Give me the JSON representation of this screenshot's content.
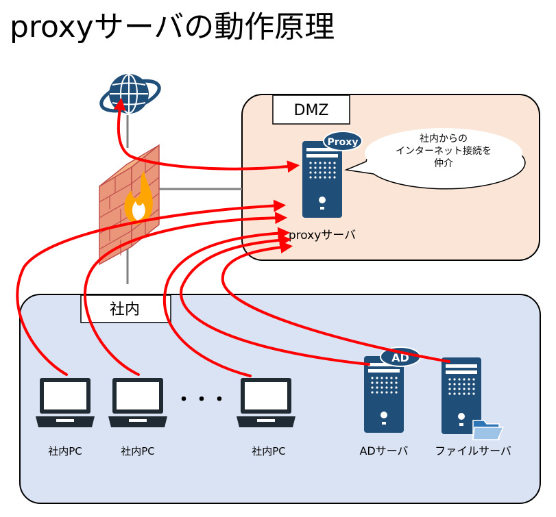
{
  "title": "proxyサーバの動作原理",
  "dmz": {
    "label": "DMZ",
    "proxy_server_label": "proxyサーバ",
    "proxy_badge": "Proxy",
    "callout": [
      "社内からの",
      "インターネット接続を",
      "仲介"
    ]
  },
  "internal": {
    "label": "社内",
    "pcs": [
      "社内PC",
      "社内PC",
      "社内PC"
    ],
    "ellipsis": "・・・",
    "ad_server_label": "ADサーバ",
    "ad_badge": "AD",
    "file_server_label": "ファイルサーバ"
  },
  "colors": {
    "dmz_fill": "#fbe5d6",
    "internal_fill": "#dae3f3",
    "server": "#1f4e79",
    "arrow": "#ff0000",
    "brick": "#e9967a",
    "flame": "#ffa500",
    "folder": "#2e75b6"
  },
  "icons": [
    "globe-icon",
    "firewall-icon",
    "server-icon",
    "laptop-icon",
    "folder-icon"
  ]
}
